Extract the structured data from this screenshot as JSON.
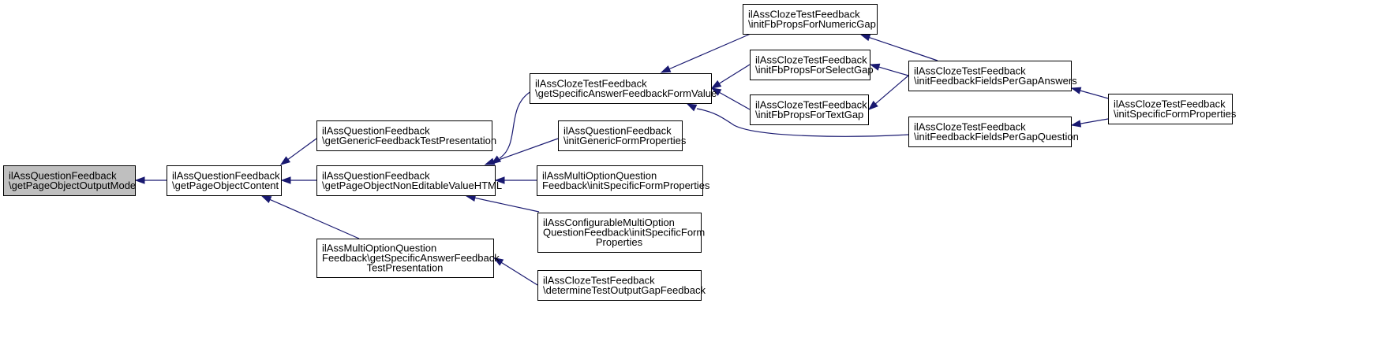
{
  "nodes": {
    "root": [
      "ilAssQuestionFeedback",
      "\\getPageObjectOutputMode"
    ],
    "getPageObjectContent": [
      "ilAssQuestionFeedback",
      "\\getPageObjectContent"
    ],
    "getGenericFeedbackTestPresentation": [
      "ilAssQuestionFeedback",
      "\\getGenericFeedbackTestPresentation"
    ],
    "getPageObjectNonEditableValueHTML": [
      "ilAssQuestionFeedback",
      "\\getPageObjectNonEditableValueHTML"
    ],
    "mo_getSpecificAnswerFeedbackTestPresentation": [
      "ilAssMultiOptionQuestion",
      "Feedback\\getSpecificAnswerFeedback",
      "TestPresentation"
    ],
    "getSpecificAnswerFeedbackFormValue": [
      "ilAssClozeTestFeedback",
      "\\getSpecificAnswerFeedbackFormValue"
    ],
    "initGenericFormProperties": [
      "ilAssQuestionFeedback",
      "\\initGenericFormProperties"
    ],
    "mo_initSpecificFormProperties": [
      "ilAssMultiOptionQuestion",
      "Feedback\\initSpecificFormProperties"
    ],
    "cmo_initSpecificFormProperties": [
      "ilAssConfigurableMultiOption",
      "QuestionFeedback\\initSpecificForm",
      "Properties"
    ],
    "determineTestOutputGapFeedback": [
      "ilAssClozeTestFeedback",
      "\\determineTestOutputGapFeedback"
    ],
    "initFbPropsForNumericGap": [
      "ilAssClozeTestFeedback",
      "\\initFbPropsForNumericGap"
    ],
    "initFbPropsForSelectGap": [
      "ilAssClozeTestFeedback",
      "\\initFbPropsForSelectGap"
    ],
    "initFbPropsForTextGap": [
      "ilAssClozeTestFeedback",
      "\\initFbPropsForTextGap"
    ],
    "initFeedbackFieldsPerGapAnswers": [
      "ilAssClozeTestFeedback",
      "\\initFeedbackFieldsPerGapAnswers"
    ],
    "initFeedbackFieldsPerGapQuestion": [
      "ilAssClozeTestFeedback",
      "\\initFeedbackFieldsPerGapQuestion"
    ],
    "cz_initSpecificFormProperties": [
      "ilAssClozeTestFeedback",
      "\\initSpecificFormProperties"
    ]
  },
  "edges": [
    [
      "getPageObjectContent",
      "root"
    ],
    [
      "getGenericFeedbackTestPresentation",
      "getPageObjectContent"
    ],
    [
      "getPageObjectNonEditableValueHTML",
      "getPageObjectContent"
    ],
    [
      "mo_getSpecificAnswerFeedbackTestPresentation",
      "getPageObjectContent"
    ],
    [
      "getSpecificAnswerFeedbackFormValue",
      "getPageObjectNonEditableValueHTML"
    ],
    [
      "initGenericFormProperties",
      "getPageObjectNonEditableValueHTML"
    ],
    [
      "mo_initSpecificFormProperties",
      "getPageObjectNonEditableValueHTML"
    ],
    [
      "cmo_initSpecificFormProperties",
      "getPageObjectNonEditableValueHTML"
    ],
    [
      "determineTestOutputGapFeedback",
      "mo_getSpecificAnswerFeedbackTestPresentation"
    ],
    [
      "initFbPropsForNumericGap",
      "getSpecificAnswerFeedbackFormValue"
    ],
    [
      "initFbPropsForSelectGap",
      "getSpecificAnswerFeedbackFormValue"
    ],
    [
      "initFbPropsForTextGap",
      "getSpecificAnswerFeedbackFormValue"
    ],
    [
      "initFeedbackFieldsPerGapQuestion",
      "getSpecificAnswerFeedbackFormValue"
    ],
    [
      "initFeedbackFieldsPerGapAnswers",
      "initFbPropsForNumericGap"
    ],
    [
      "initFeedbackFieldsPerGapAnswers",
      "initFbPropsForSelectGap"
    ],
    [
      "initFeedbackFieldsPerGapAnswers",
      "initFbPropsForTextGap"
    ],
    [
      "cz_initSpecificFormProperties",
      "initFeedbackFieldsPerGapAnswers"
    ],
    [
      "cz_initSpecificFormProperties",
      "initFeedbackFieldsPerGapQuestion"
    ]
  ],
  "colors": {
    "edge": "#191970",
    "root_fill": "#bfbfbf",
    "node_fill": "#ffffff",
    "node_stroke": "#000000"
  }
}
